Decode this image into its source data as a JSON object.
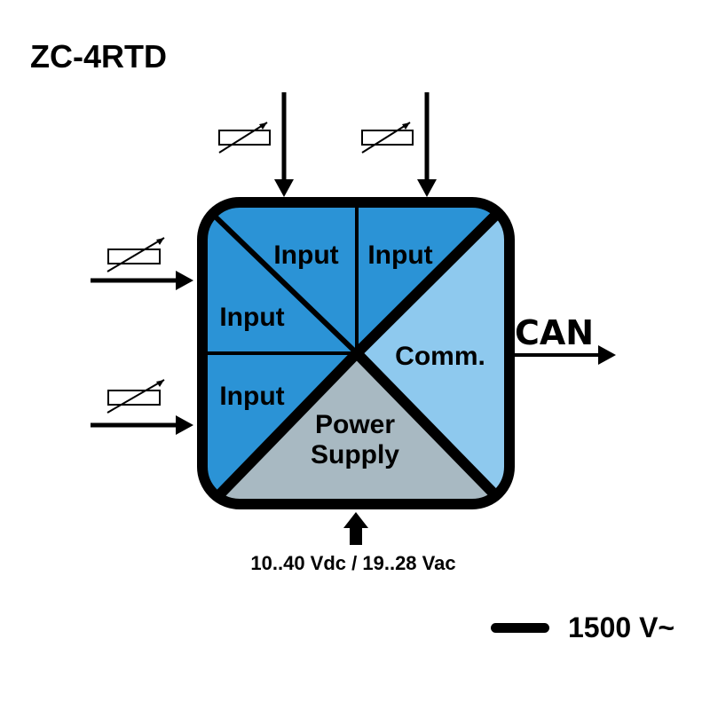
{
  "title": "ZC-4RTD",
  "colors": {
    "input": "#2b93d6",
    "comm": "#8ec9ee",
    "power": "#a8b9c2",
    "stroke": "#000000"
  },
  "blocks": {
    "input_top_left": "Input",
    "input_top_right": "Input",
    "input_left_upper": "Input",
    "input_left_lower": "Input",
    "comm": "Comm.",
    "power_line1": "Power",
    "power_line2": "Supply"
  },
  "sensor_icons": [
    "variable-resistor-icon",
    "variable-resistor-icon",
    "variable-resistor-icon",
    "variable-resistor-icon"
  ],
  "bus_label": "CAN",
  "supply_label": "10..40 Vdc / 19..28 Vac",
  "isolation_label": "1500 V~"
}
